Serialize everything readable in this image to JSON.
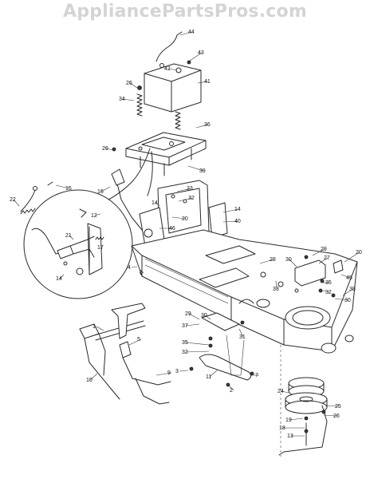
{
  "watermark": "AppliancePartsPros.com",
  "callouts": [
    {
      "label": "44"
    },
    {
      "label": "43"
    },
    {
      "label": "42"
    },
    {
      "label": "41"
    },
    {
      "label": "26"
    },
    {
      "label": "34"
    },
    {
      "label": "36"
    },
    {
      "label": "26"
    },
    {
      "label": "39"
    },
    {
      "label": "15"
    },
    {
      "label": "22"
    },
    {
      "label": "16"
    },
    {
      "label": "23"
    },
    {
      "label": "32"
    },
    {
      "label": "14"
    },
    {
      "label": "20"
    },
    {
      "label": "12"
    },
    {
      "label": "14"
    },
    {
      "label": "40"
    },
    {
      "label": "21"
    },
    {
      "label": "46"
    },
    {
      "label": "17"
    },
    {
      "label": "14"
    },
    {
      "label": "4"
    },
    {
      "label": "6"
    },
    {
      "label": "28"
    },
    {
      "label": "29"
    },
    {
      "label": "30"
    },
    {
      "label": "27"
    },
    {
      "label": "20"
    },
    {
      "label": "33"
    },
    {
      "label": "45"
    },
    {
      "label": "35"
    },
    {
      "label": "32"
    },
    {
      "label": "38"
    },
    {
      "label": "30"
    },
    {
      "label": "29"
    },
    {
      "label": "30"
    },
    {
      "label": "37"
    },
    {
      "label": "31"
    },
    {
      "label": "1"
    },
    {
      "label": "5"
    },
    {
      "label": "35"
    },
    {
      "label": "32"
    },
    {
      "label": "10"
    },
    {
      "label": "9"
    },
    {
      "label": "3"
    },
    {
      "label": "11"
    },
    {
      "label": "7"
    },
    {
      "label": "2"
    },
    {
      "label": "24"
    },
    {
      "label": "25"
    },
    {
      "label": "26"
    },
    {
      "label": "19"
    },
    {
      "label": "18"
    },
    {
      "label": "13"
    }
  ]
}
